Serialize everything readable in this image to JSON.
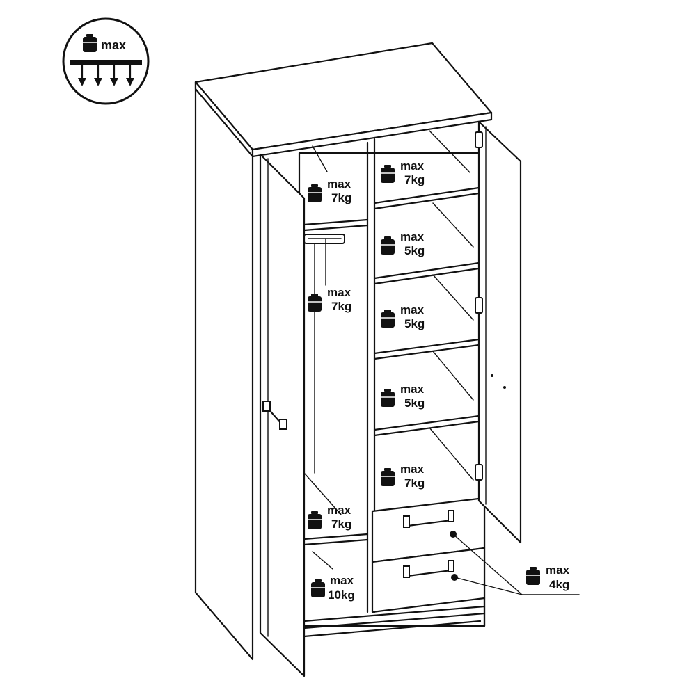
{
  "icons": {
    "weight": "weight-icon",
    "load_arrows": "load-arrows-icon"
  },
  "legend": {
    "label": "max"
  },
  "labels": [
    {
      "id": "left-top-shelf",
      "max": "max",
      "value": "7kg"
    },
    {
      "id": "hanging-rail",
      "max": "max",
      "value": "7kg"
    },
    {
      "id": "left-bottom-shelf",
      "max": "max",
      "value": "7kg"
    },
    {
      "id": "left-floor",
      "max": "max",
      "value": "10kg"
    },
    {
      "id": "right-shelf-1",
      "max": "max",
      "value": "7kg"
    },
    {
      "id": "right-shelf-2",
      "max": "max",
      "value": "5kg"
    },
    {
      "id": "right-shelf-3",
      "max": "max",
      "value": "5kg"
    },
    {
      "id": "right-shelf-4",
      "max": "max",
      "value": "5kg"
    },
    {
      "id": "right-shelf-5",
      "max": "max",
      "value": "7kg"
    },
    {
      "id": "drawers",
      "max": "max",
      "value": "4kg"
    }
  ]
}
